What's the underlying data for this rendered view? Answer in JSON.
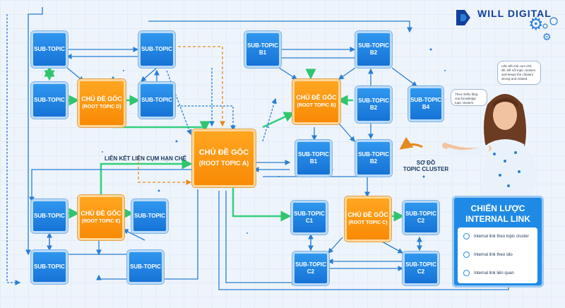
{
  "brand": {
    "name": "WILL DIGITAL"
  },
  "nodes": {
    "root_a": {
      "title": "CHỦ ĐỀ GỐC",
      "subtitle": "(ROOT TOPIC A)"
    },
    "root_b": {
      "title": "CHỦ ĐỀ GỐC",
      "subtitle": "(ROOT TOPIC B)"
    },
    "root_c": {
      "title": "CHỦ ĐỀ GỐC",
      "subtitle": "(ROOT TOPIC C)"
    },
    "root_d": {
      "title": "CHỦ ĐỀ GỐC",
      "subtitle": "(ROOT TOPIC D)"
    },
    "root_e": {
      "title": "CHỦ ĐỀ GỐC",
      "subtitle": "(ROOT TOPIC E)"
    },
    "sub": "SUB-TOPIC",
    "b1": "SUB-TOPIC B1",
    "b2": "SUB-TOPIC B2",
    "b4": "SUB-TOPIC B4",
    "c1": "SUB-TOPIC C1",
    "c2": "SUB-TOPIC C2"
  },
  "labels": {
    "limited_link": "LIÊN KẾT LIÊN CỤM HẠN CHẾ",
    "cluster_diagram_1": "SƠ ĐỒ",
    "cluster_diagram_2": "TOPIC CLUSTER"
  },
  "bubbles": {
    "top": "Liên kết mọi cụm chủ đề, kết nối topic clusters and keeps the clusters strong and related.",
    "left": "Theo nhiều tầng của knowledge topic clusters."
  },
  "panel": {
    "title": "CHIẾN LƯỢC INTERNAL LINK",
    "items": [
      "Internal link theo topic cluster",
      "Internal link theo silo",
      "Internal link liên quan"
    ]
  },
  "colors": {
    "blue": "#1e88e5",
    "orange": "#fb8c00",
    "green": "#35d07f",
    "arrow": "#2a7fd4",
    "dashed": "#e58a1f",
    "navy": "#123f9a"
  }
}
